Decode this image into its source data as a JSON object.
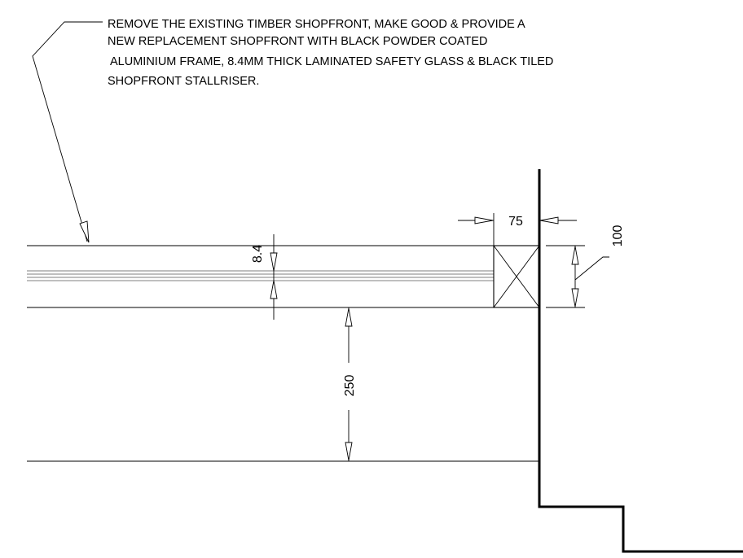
{
  "note": {
    "lines": [
      "REMOVE THE EXISTING TIMBER SHOPFRONT, MAKE GOOD & PROVIDE A",
      "NEW REPLACEMENT SHOPFRONT WITH BLACK POWDER COATED",
      "ALUMINIUM FRAME,  8.4MM THICK LAMINATED SAFETY GLASS & BLACK TILED",
      "SHOPFRONT STALLRISER."
    ]
  },
  "dimensions": {
    "frame_width": "75",
    "frame_height": "100",
    "glass_thickness": "8.4",
    "stallriser_height": "250"
  },
  "colors": {
    "line": "#000000",
    "background": "#ffffff"
  }
}
